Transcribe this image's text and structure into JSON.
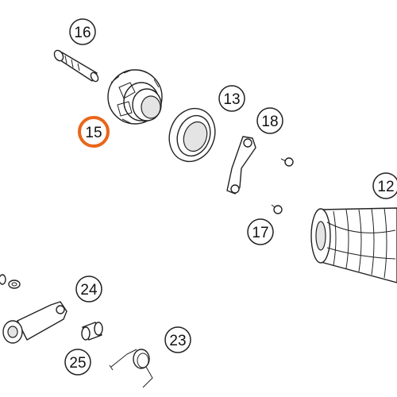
{
  "callouts": {
    "c16": "16",
    "c15": "15",
    "c13": "13",
    "c18": "18",
    "c12": "12",
    "c17": "17",
    "c24": "24",
    "c23": "23",
    "c25": "25"
  },
  "colors": {
    "highlight": "#e8661a",
    "line": "#222222",
    "background": "#ffffff"
  }
}
